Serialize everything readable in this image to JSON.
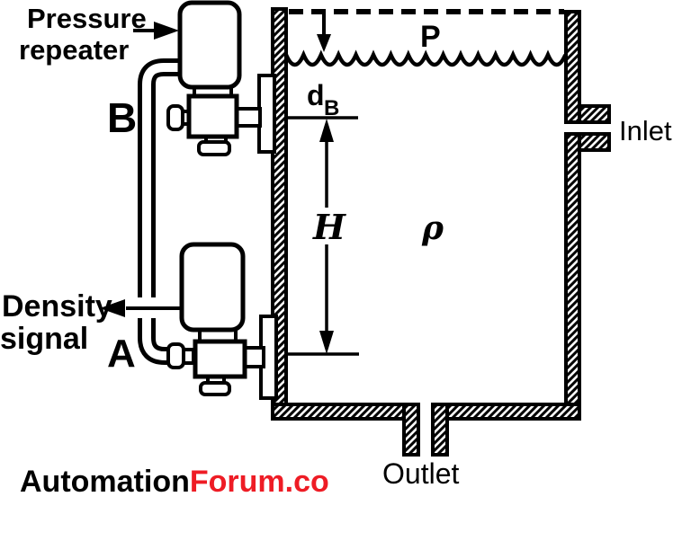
{
  "diagram": {
    "device_b": {
      "label": "B",
      "name_line1": "Pressure",
      "name_line2": "repeater"
    },
    "device_a": {
      "label": "A",
      "signal_line1": "Density",
      "signal_line2": "signal"
    },
    "tank": {
      "pressure_label": "P",
      "density_label": "ρ",
      "height_label": "H",
      "depth_label": "d",
      "depth_sub": "B",
      "inlet_label": "Inlet",
      "outlet_label": "Outlet"
    }
  },
  "watermark": {
    "text_black": "Automation",
    "text_red": "Forum.co"
  },
  "colors": {
    "ink": "#000000",
    "paper": "#ffffff",
    "watermark_red": "#ee1c25"
  }
}
